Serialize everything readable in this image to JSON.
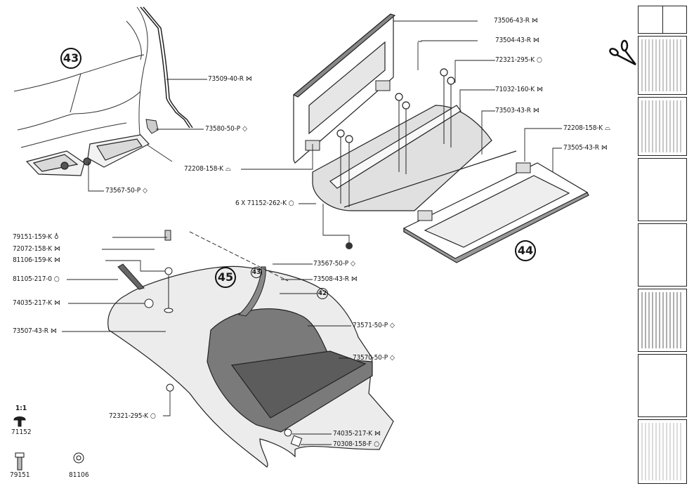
{
  "title": "Rear seat / luggage compartment trim exploded parts diagram",
  "callouts": {
    "group_43": "43",
    "group_44": "44",
    "group_45": "45",
    "ref_43": "43",
    "ref_42": "42"
  },
  "symbols": {
    "bowtie": "⋈",
    "circle": "○",
    "diamond": "◇",
    "dome": "⌓",
    "screw": "♁"
  },
  "parts": [
    {
      "id": "p1",
      "number": "73509-40-R",
      "symbol": "⋈",
      "group": "43"
    },
    {
      "id": "p2",
      "number": "73580-50-P",
      "symbol": "◇",
      "group": "43"
    },
    {
      "id": "p3",
      "number": "73567-50-P",
      "symbol": "◇",
      "group": "43"
    },
    {
      "id": "p4",
      "number": "73506-43-R",
      "symbol": "⋈",
      "group": "44"
    },
    {
      "id": "p5",
      "number": "73504-43-R",
      "symbol": "⋈",
      "group": "44"
    },
    {
      "id": "p6",
      "number": "72321-295-K",
      "symbol": "○",
      "group": "44"
    },
    {
      "id": "p7",
      "number": "71032-160-K",
      "symbol": "⋈",
      "group": "44"
    },
    {
      "id": "p8",
      "number": "73503-43-R",
      "symbol": "⋈",
      "group": "44"
    },
    {
      "id": "p9",
      "number": "72208-158-K",
      "symbol": "⌓",
      "group": "44"
    },
    {
      "id": "p10",
      "number": "73505-43-R",
      "symbol": "⋈",
      "group": "44"
    },
    {
      "id": "p11",
      "number": "72208-158-K",
      "symbol": "⌓",
      "group": "44"
    },
    {
      "id": "p12",
      "number": "6 X 71152-262-K",
      "symbol": "○",
      "group": "44"
    },
    {
      "id": "p13",
      "number": "79151-159-K",
      "symbol": "♁",
      "group": "45"
    },
    {
      "id": "p14",
      "number": "72072-158-K",
      "symbol": "⋈",
      "group": "45"
    },
    {
      "id": "p15",
      "number": "81106-159-K",
      "symbol": "⋈",
      "group": "45"
    },
    {
      "id": "p16",
      "number": "81105-217-0",
      "symbol": "○",
      "group": "45"
    },
    {
      "id": "p17",
      "number": "74035-217-K",
      "symbol": "⋈",
      "group": "45"
    },
    {
      "id": "p18",
      "number": "73507-43-R",
      "symbol": "⋈",
      "group": "45"
    },
    {
      "id": "p19",
      "number": "73567-50-P",
      "symbol": "◇",
      "group": "45"
    },
    {
      "id": "p20",
      "number": "73508-43-R",
      "symbol": "⋈",
      "group": "45"
    },
    {
      "id": "p21",
      "number": "73571-50-P",
      "symbol": "◇",
      "group": "45"
    },
    {
      "id": "p22",
      "number": "73570-50-P",
      "symbol": "◇",
      "group": "45"
    },
    {
      "id": "p23",
      "number": "72321-295-K",
      "symbol": "○",
      "group": "45"
    },
    {
      "id": "p24",
      "number": "74035-217-K",
      "symbol": "⋈",
      "group": "45"
    },
    {
      "id": "p25",
      "number": "70308-158-F",
      "symbol": "○",
      "group": "45"
    }
  ],
  "scale_legend": {
    "scale": "1:1",
    "items": [
      "71152",
      "79151",
      "81106"
    ]
  },
  "thumbnail_strip": {
    "pages": 7
  }
}
